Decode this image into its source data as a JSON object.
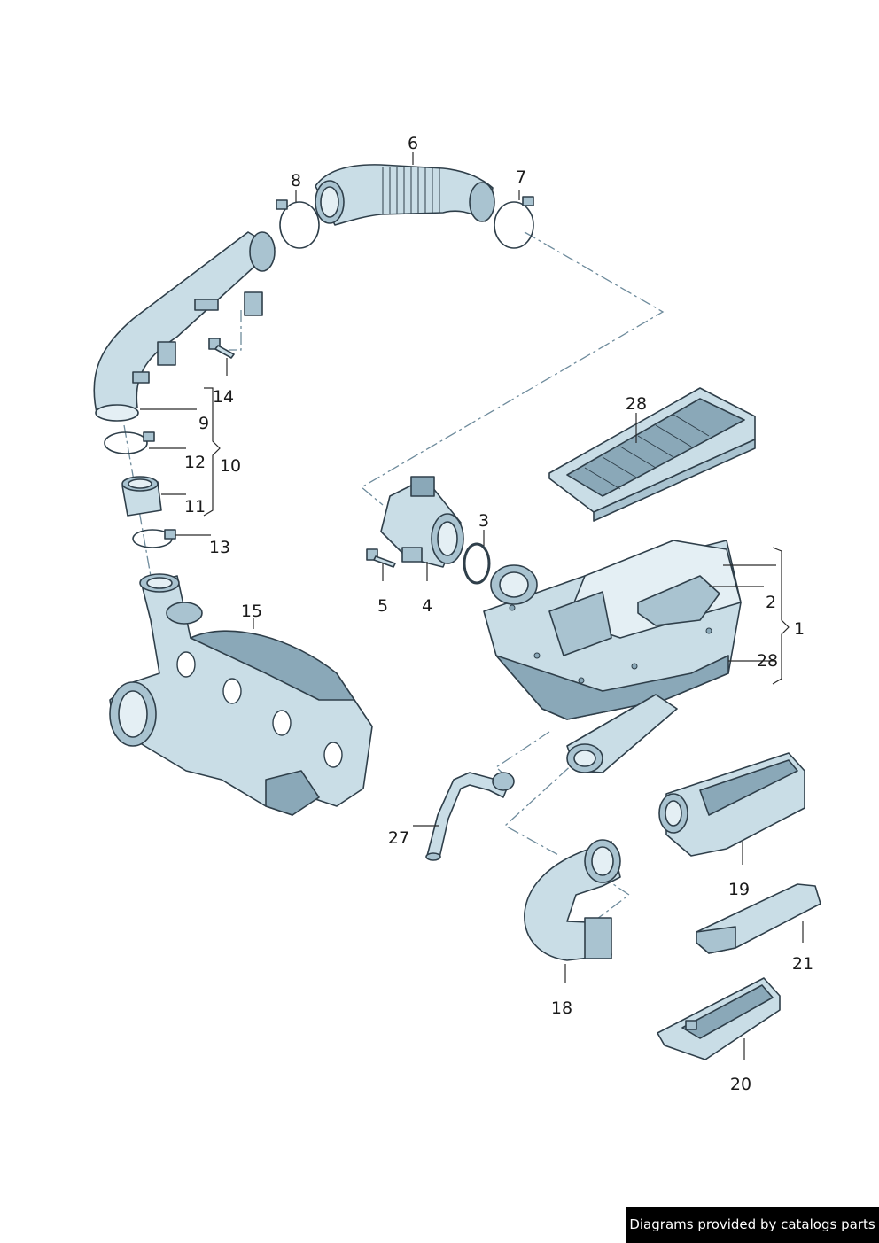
{
  "callouts": {
    "c1": "1",
    "c2": "2",
    "c3": "3",
    "c4": "4",
    "c5": "5",
    "c6": "6",
    "c7": "7",
    "c8": "8",
    "c9": "9",
    "c10": "10",
    "c11": "11",
    "c12": "12",
    "c13": "13",
    "c14": "14",
    "c15": "15",
    "c18": "18",
    "c19": "19",
    "c20": "20",
    "c21": "21",
    "c27": "27",
    "c28a": "28",
    "c28b": "28"
  },
  "footer": {
    "credit": "Diagrams provided by catalogs parts"
  },
  "colors": {
    "part_fill": "#c9dde6",
    "part_shade": "#8aa8b8",
    "outline": "#2f3f4a",
    "dash": "#6e8b9c"
  }
}
